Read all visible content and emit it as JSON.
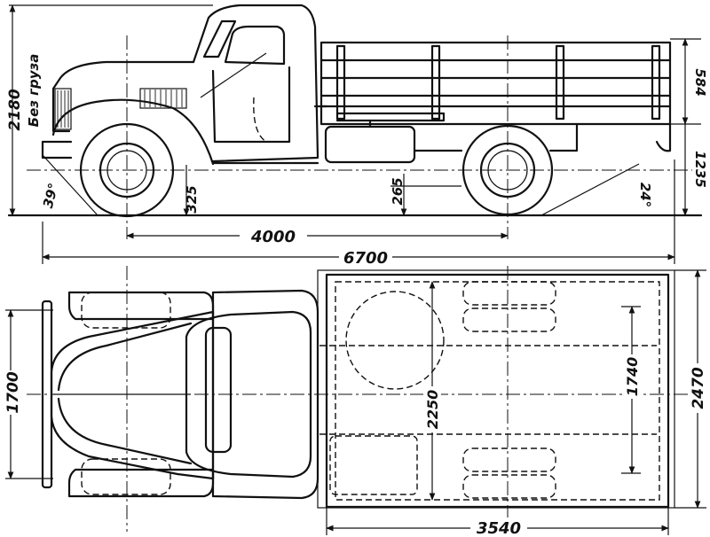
{
  "dimensions": {
    "overall_height": "2180",
    "overall_length": "6700",
    "wheelbase": "4000",
    "front_clearance": "325",
    "rear_clearance": "265",
    "departure_angle": "24°",
    "approach_angle": "39°",
    "side_height": "584",
    "platform_height": "1235",
    "front_track": "1700",
    "rear_track": "1740",
    "platform_inner_width": "2250",
    "overall_width": "2470",
    "platform_length": "3540"
  },
  "notes": {
    "without_load": "Без груза"
  },
  "colors": {
    "ink": "#111111",
    "paper": "#ffffff"
  }
}
